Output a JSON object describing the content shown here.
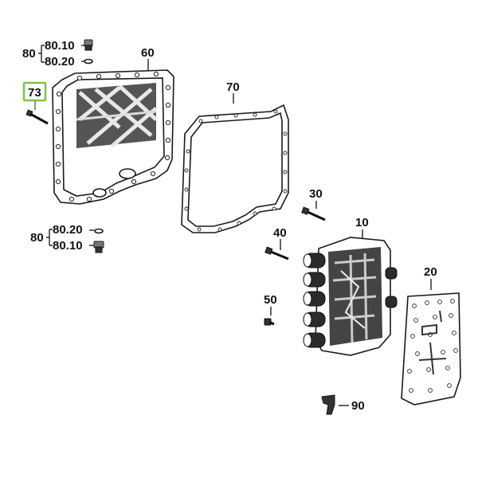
{
  "callouts": {
    "c80_top": "80",
    "c80_10_top": "80.10",
    "c80_20_top": "80.20",
    "c60": "60",
    "c73": "73",
    "c70": "70",
    "c30": "30",
    "c10": "10",
    "c40": "40",
    "c80_bottom": "80",
    "c80_20_bottom": "80.20",
    "c80_10_bottom": "80.10",
    "c50": "50",
    "c20": "20",
    "c90": "90"
  },
  "colors": {
    "highlight": "#7dc242",
    "ink": "#1a1a1a"
  }
}
